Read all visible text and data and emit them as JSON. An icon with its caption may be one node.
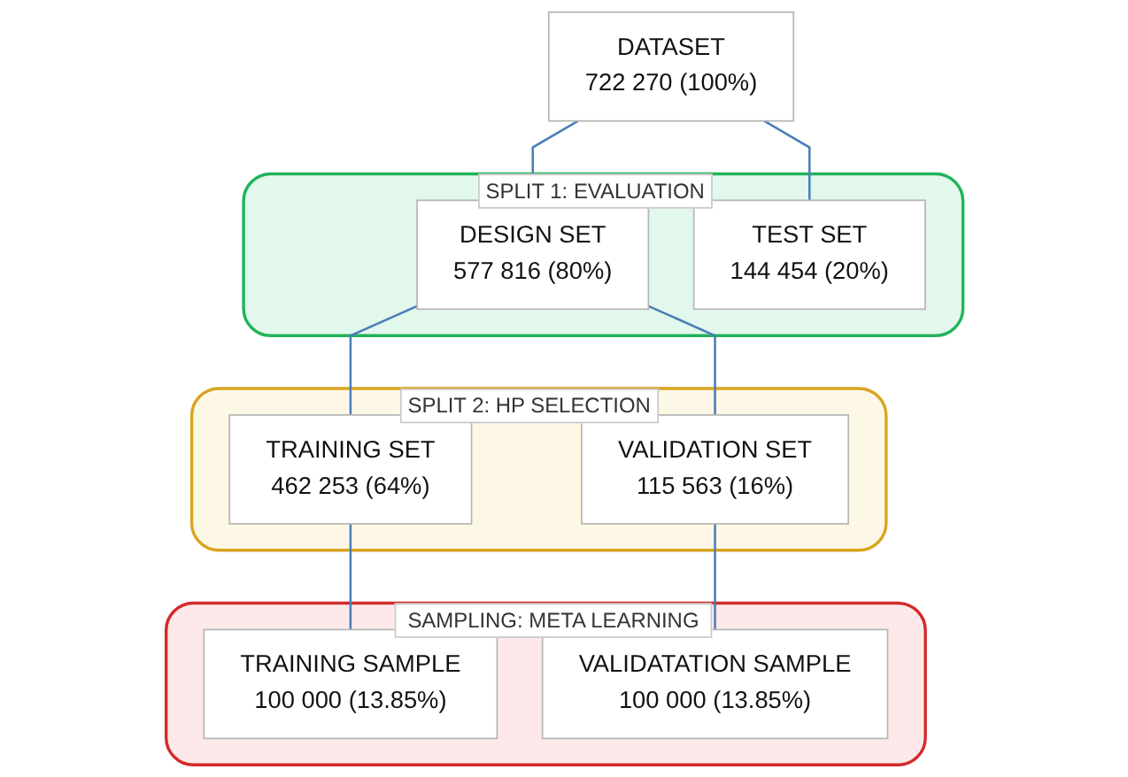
{
  "diagram": {
    "nodes": [
      {
        "text": [
          "DATASET",
          "722 270 (100%)"
        ]
      },
      {
        "text": [
          "SPLIT 1: EVALUATION"
        ]
      },
      {
        "text": [
          "DESIGN SET",
          "577 816 (80%)"
        ],
        "in": 1
      },
      {
        "text": [
          "TEST SET",
          "144 454 (20%)"
        ],
        "in": 1
      },
      {
        "text": [
          "SPLIT 2: HP SELECTION"
        ]
      },
      {
        "text": [
          "TRAINING SET",
          "462 253 (64%)"
        ],
        "in": 4
      },
      {
        "text": [
          "VALIDATION SET",
          "115 563 (16%)"
        ],
        "in": 4
      },
      {
        "text": [
          "SAMPLING: META LEARNING"
        ]
      },
      {
        "text": [
          "TRAINING SAMPLE",
          "100 000 (13.85%)"
        ],
        "in": 7
      },
      {
        "text": [
          "VALIDATATION SAMPLE",
          "100 000 (13.85%)"
        ],
        "in": 7
      }
    ],
    "edges": [
      {
        "from": 0,
        "to": 2,
        "arrow": "none"
      },
      {
        "from": 0,
        "to": 3,
        "arrow": "none"
      },
      {
        "from": 2,
        "to": 5,
        "arrow": "none"
      },
      {
        "from": 2,
        "to": 6,
        "arrow": "none"
      },
      {
        "from": 5,
        "to": 8,
        "arrow": "none"
      },
      {
        "from": 6,
        "to": 9,
        "arrow": "none"
      }
    ]
  }
}
